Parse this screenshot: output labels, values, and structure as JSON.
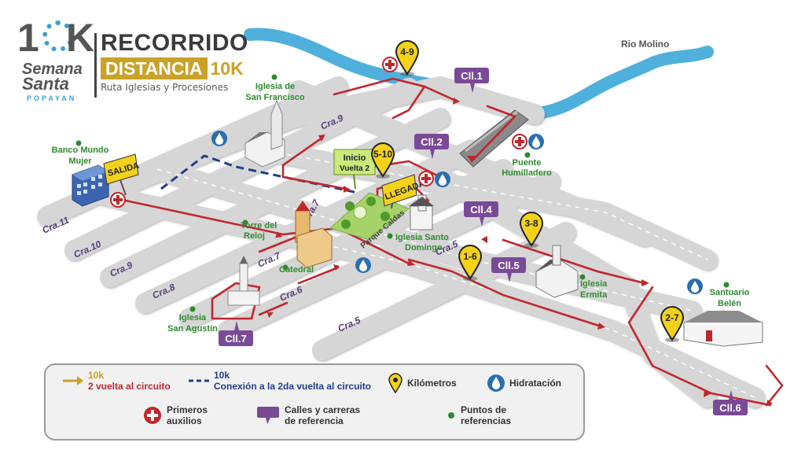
{
  "title": {
    "line1": "RECORRIDO",
    "line2": "DISTANCIA",
    "line2b": "10K",
    "subtitle": "Ruta Iglesias y Procesiones"
  },
  "logo": {
    "big1": "1",
    "big2": "K",
    "semana": "Semana",
    "santa": "Santa",
    "city": "POPAYAN"
  },
  "river": {
    "name": "Rio Molino"
  },
  "streets": {
    "cra11": "Cra.11",
    "cra10": "Cra.10",
    "cra9_left": "Cra.9",
    "cra8": "Cra.8",
    "cra7_a": "Cra.7",
    "cra7_b": "Cra.7",
    "cra6": "Cra.6",
    "cra5_low": "Cra.5",
    "cra5_right": "Cra.5",
    "cra9_top": "Cra.9"
  },
  "callouts": {
    "cll1": "Cll.1",
    "cll2": "Cll.2",
    "cll4": "Cll.4",
    "cll5": "Cll.5",
    "cll7": "Cll.7",
    "cll6": "Cll.6"
  },
  "km_markers": [
    "4-9",
    "5-10",
    "1-6",
    "3-8",
    "2-7"
  ],
  "signs": {
    "salida": "SALIDA",
    "llegada": "LLEGADA",
    "inicio": "Inicio",
    "vuelta": "Vuelta 2"
  },
  "places": {
    "banco": [
      "Banco Mundo",
      "Mujer"
    ],
    "san_francisco": [
      "Iglesia de",
      "San Francisco"
    ],
    "puente": [
      "Puente",
      "Humilladero"
    ],
    "parque": "Parque Caldas",
    "santo_domingo": [
      "Iglesia Santo",
      "Domingo"
    ],
    "torre": [
      "Torre del",
      "Reloj"
    ],
    "catedral": "Catedral",
    "san_agustin": [
      "Iglesia",
      "San Agustín"
    ],
    "ermita": [
      "Iglesia",
      "Ermita"
    ],
    "belen": [
      "Santuario",
      "Belén"
    ]
  },
  "legend": {
    "route_k": "10k",
    "route_desc": "2 vuelta al circuito",
    "conn_k": "10k",
    "conn_desc": "Conexión a la 2da vuelta al circuito",
    "km": "Kilómetros",
    "hydration": "Hidratación",
    "first_aid": [
      "Primeros",
      "auxilios"
    ],
    "streets_ref": [
      "Calles y carreras",
      "de referencia"
    ],
    "points_ref": [
      "Puntos de",
      "referencias"
    ]
  },
  "colors": {
    "route": "#c0272d",
    "connection": "#1f3f8a",
    "gold": "#c9a227",
    "purple": "#7a4a96",
    "green": "#2e8b2e",
    "hydration": "#2a6fb0",
    "road": "#d9d9d9",
    "river": "#4fb0dc",
    "marker_yellow": "#f4d21a"
  }
}
